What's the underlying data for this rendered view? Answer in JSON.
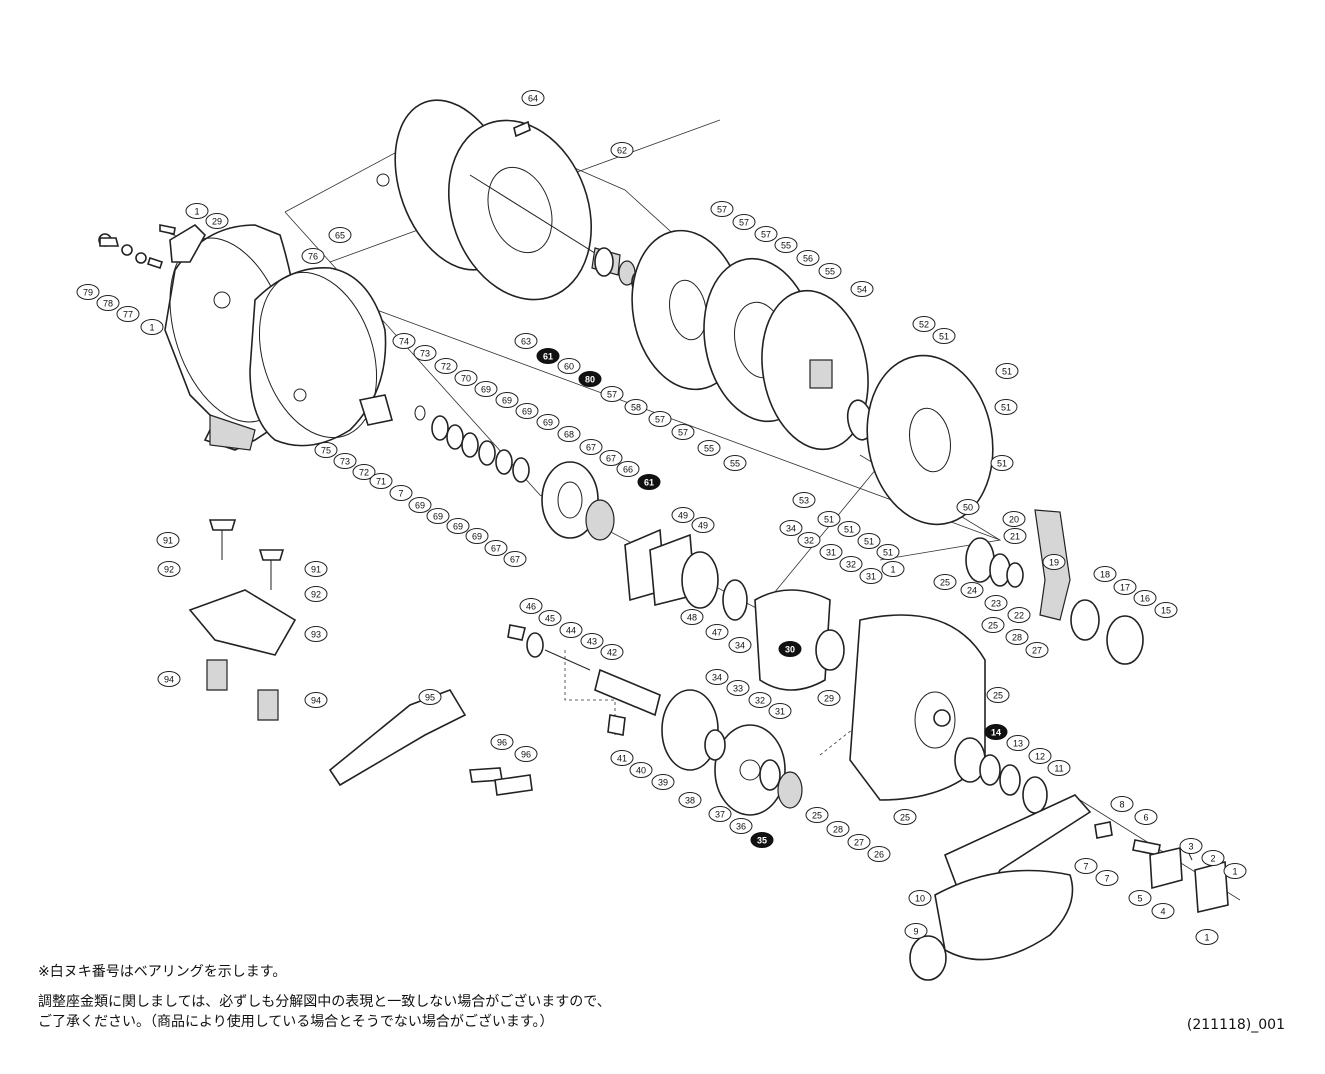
{
  "callouts": [
    {
      "label": "64",
      "bearing": false
    },
    {
      "label": "62",
      "bearing": false
    },
    {
      "label": "65",
      "bearing": false
    },
    {
      "label": "1",
      "bearing": false
    },
    {
      "label": "29",
      "bearing": false
    },
    {
      "label": "76",
      "bearing": false
    },
    {
      "label": "79",
      "bearing": false
    },
    {
      "label": "78",
      "bearing": false
    },
    {
      "label": "77",
      "bearing": false
    },
    {
      "label": "1",
      "bearing": false
    },
    {
      "label": "63",
      "bearing": false
    },
    {
      "label": "61",
      "bearing": true
    },
    {
      "label": "60",
      "bearing": false
    },
    {
      "label": "80",
      "bearing": true
    },
    {
      "label": "57",
      "bearing": false
    },
    {
      "label": "57",
      "bearing": false
    },
    {
      "label": "57",
      "bearing": false
    },
    {
      "label": "55",
      "bearing": false
    },
    {
      "label": "56",
      "bearing": false
    },
    {
      "label": "55",
      "bearing": false
    },
    {
      "label": "54",
      "bearing": false
    },
    {
      "label": "57",
      "bearing": false
    },
    {
      "label": "58",
      "bearing": false
    },
    {
      "label": "57",
      "bearing": false
    },
    {
      "label": "57",
      "bearing": false
    },
    {
      "label": "55",
      "bearing": false
    },
    {
      "label": "55",
      "bearing": false
    },
    {
      "label": "52",
      "bearing": false
    },
    {
      "label": "51",
      "bearing": false
    },
    {
      "label": "51",
      "bearing": false
    },
    {
      "label": "51",
      "bearing": false
    },
    {
      "label": "51",
      "bearing": false
    },
    {
      "label": "53",
      "bearing": false
    },
    {
      "label": "51",
      "bearing": false
    },
    {
      "label": "51",
      "bearing": false
    },
    {
      "label": "51",
      "bearing": false
    },
    {
      "label": "51",
      "bearing": false
    },
    {
      "label": "50",
      "bearing": false
    },
    {
      "label": "74",
      "bearing": false
    },
    {
      "label": "73",
      "bearing": false
    },
    {
      "label": "72",
      "bearing": false
    },
    {
      "label": "70",
      "bearing": false
    },
    {
      "label": "69",
      "bearing": false
    },
    {
      "label": "69",
      "bearing": false
    },
    {
      "label": "69",
      "bearing": false
    },
    {
      "label": "69",
      "bearing": false
    },
    {
      "label": "68",
      "bearing": false
    },
    {
      "label": "67",
      "bearing": false
    },
    {
      "label": "67",
      "bearing": false
    },
    {
      "label": "66",
      "bearing": false
    },
    {
      "label": "61",
      "bearing": true
    },
    {
      "label": "75",
      "bearing": false
    },
    {
      "label": "73",
      "bearing": false
    },
    {
      "label": "72",
      "bearing": false
    },
    {
      "label": "71",
      "bearing": false
    },
    {
      "label": "7",
      "bearing": false
    },
    {
      "label": "69",
      "bearing": false
    },
    {
      "label": "69",
      "bearing": false
    },
    {
      "label": "69",
      "bearing": false
    },
    {
      "label": "69",
      "bearing": false
    },
    {
      "label": "67",
      "bearing": false
    },
    {
      "label": "67",
      "bearing": false
    },
    {
      "label": "49",
      "bearing": false
    },
    {
      "label": "49",
      "bearing": false
    },
    {
      "label": "48",
      "bearing": false
    },
    {
      "label": "47",
      "bearing": false
    },
    {
      "label": "34",
      "bearing": false
    },
    {
      "label": "32",
      "bearing": false
    },
    {
      "label": "31",
      "bearing": false
    },
    {
      "label": "32",
      "bearing": false
    },
    {
      "label": "31",
      "bearing": false
    },
    {
      "label": "34",
      "bearing": false
    },
    {
      "label": "30",
      "bearing": true
    },
    {
      "label": "34",
      "bearing": false
    },
    {
      "label": "33",
      "bearing": false
    },
    {
      "label": "32",
      "bearing": false
    },
    {
      "label": "31",
      "bearing": false
    },
    {
      "label": "29",
      "bearing": false
    },
    {
      "label": "1",
      "bearing": false
    },
    {
      "label": "25",
      "bearing": false
    },
    {
      "label": "24",
      "bearing": false
    },
    {
      "label": "23",
      "bearing": false
    },
    {
      "label": "22",
      "bearing": false
    },
    {
      "label": "20",
      "bearing": false
    },
    {
      "label": "21",
      "bearing": false
    },
    {
      "label": "19",
      "bearing": false
    },
    {
      "label": "18",
      "bearing": false
    },
    {
      "label": "17",
      "bearing": false
    },
    {
      "label": "16",
      "bearing": false
    },
    {
      "label": "15",
      "bearing": false
    },
    {
      "label": "25",
      "bearing": false
    },
    {
      "label": "28",
      "bearing": false
    },
    {
      "label": "27",
      "bearing": false
    },
    {
      "label": "25",
      "bearing": false
    },
    {
      "label": "14",
      "bearing": true
    },
    {
      "label": "13",
      "bearing": false
    },
    {
      "label": "12",
      "bearing": false
    },
    {
      "label": "11",
      "bearing": false
    },
    {
      "label": "91",
      "bearing": false
    },
    {
      "label": "92",
      "bearing": false
    },
    {
      "label": "91",
      "bearing": false
    },
    {
      "label": "92",
      "bearing": false
    },
    {
      "label": "93",
      "bearing": false
    },
    {
      "label": "94",
      "bearing": false
    },
    {
      "label": "94",
      "bearing": false
    },
    {
      "label": "46",
      "bearing": false
    },
    {
      "label": "45",
      "bearing": false
    },
    {
      "label": "44",
      "bearing": false
    },
    {
      "label": "43",
      "bearing": false
    },
    {
      "label": "42",
      "bearing": false
    },
    {
      "label": "41",
      "bearing": false
    },
    {
      "label": "40",
      "bearing": false
    },
    {
      "label": "39",
      "bearing": false
    },
    {
      "label": "38",
      "bearing": false
    },
    {
      "label": "37",
      "bearing": false
    },
    {
      "label": "36",
      "bearing": false
    },
    {
      "label": "35",
      "bearing": true
    },
    {
      "label": "25",
      "bearing": false
    },
    {
      "label": "28",
      "bearing": false
    },
    {
      "label": "27",
      "bearing": false
    },
    {
      "label": "26",
      "bearing": false
    },
    {
      "label": "25",
      "bearing": false
    },
    {
      "label": "95",
      "bearing": false
    },
    {
      "label": "96",
      "bearing": false
    },
    {
      "label": "96",
      "bearing": false
    },
    {
      "label": "8",
      "bearing": false
    },
    {
      "label": "6",
      "bearing": false
    },
    {
      "label": "7",
      "bearing": false
    },
    {
      "label": "7",
      "bearing": false
    },
    {
      "label": "3",
      "bearing": false
    },
    {
      "label": "2",
      "bearing": false
    },
    {
      "label": "1",
      "bearing": false
    },
    {
      "label": "5",
      "bearing": false
    },
    {
      "label": "4",
      "bearing": false
    },
    {
      "label": "1",
      "bearing": false
    },
    {
      "label": "10",
      "bearing": false
    },
    {
      "label": "9",
      "bearing": false
    }
  ],
  "notes": {
    "line1": "※白ヌキ番号はベアリングを示します。",
    "line2": "調整座金類に関しましては、必ずしも分解図中の表現と一致しない場合がございますので、",
    "line3": "ご了承ください。（商品により使用している場合とそうでない場合がございます。）"
  },
  "document_code": "(211118)_001"
}
